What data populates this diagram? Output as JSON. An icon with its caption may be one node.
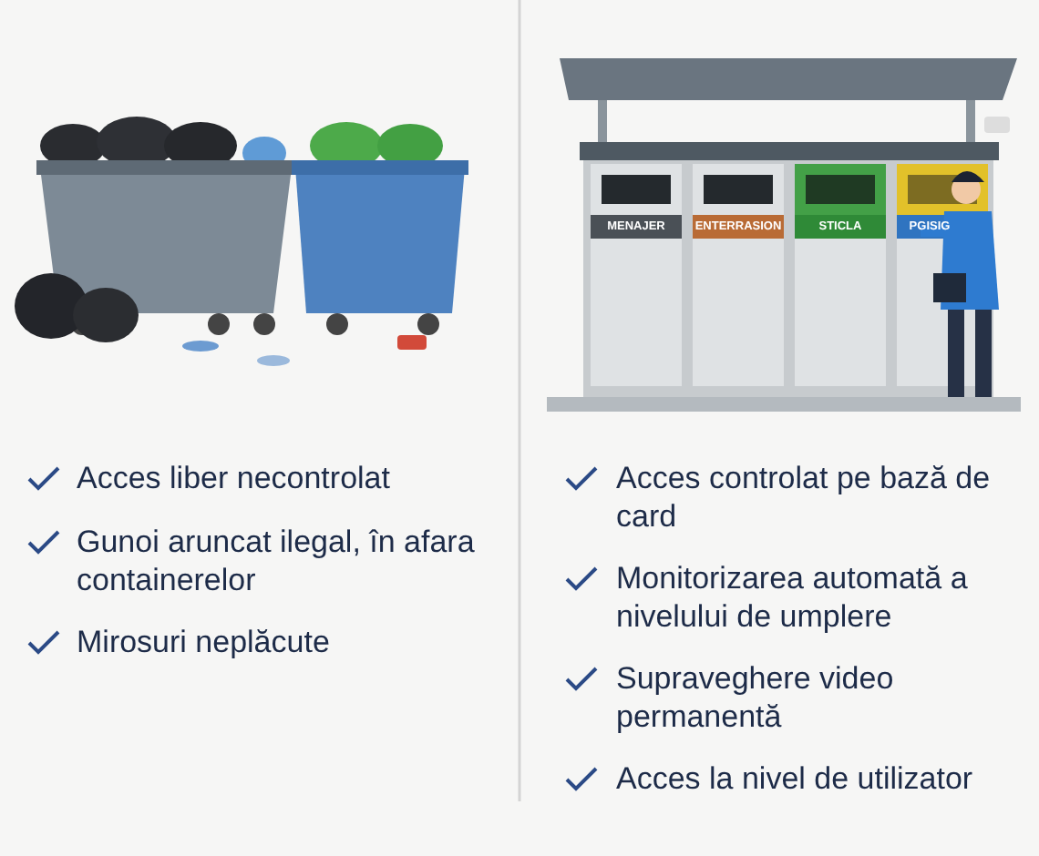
{
  "diagram": {
    "labels": [
      "MENAJER",
      "ENTERRASION",
      "STICLA",
      "PGISIG",
      "Acces liber necontrolat",
      "Gunoi aruncat ilegal, în afara containerelor",
      "Mirosuri neplăcute",
      "Acces controlat pe bază de card",
      "Monitorizarea automată a nivelului de umplere",
      "Supraveghere video permanentă",
      "Acces la nivel de utilizator"
    ]
  }
}
